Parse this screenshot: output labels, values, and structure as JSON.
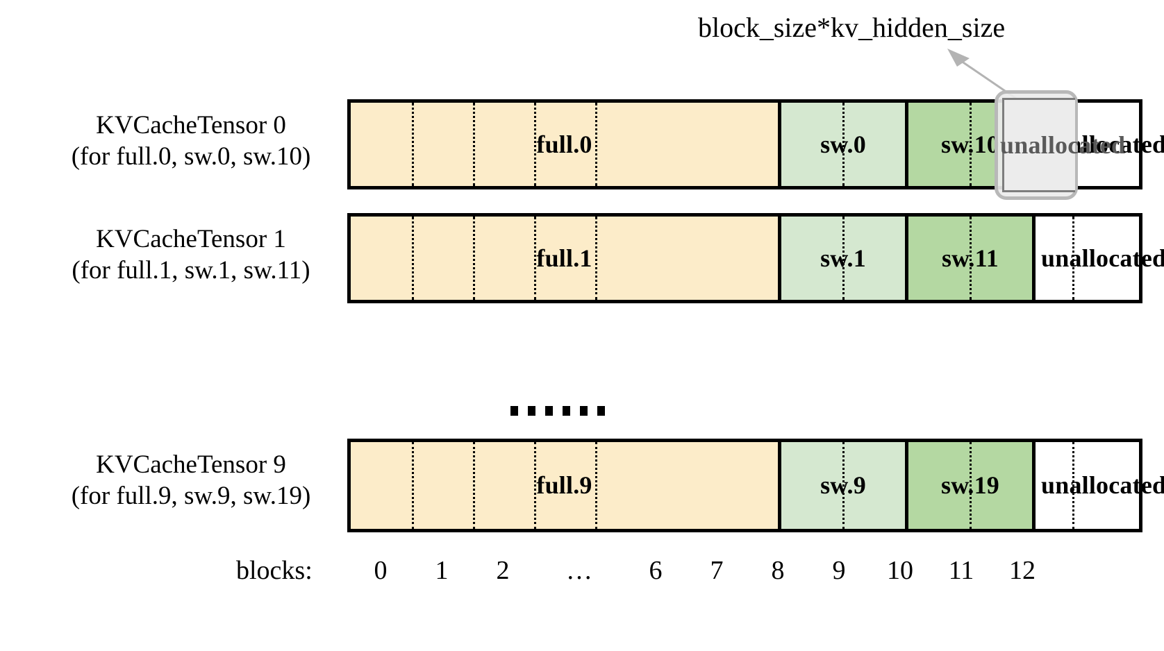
{
  "figure": {
    "annotation": "block_size*kv_hidden_size",
    "ellipsis": "……",
    "axis_caption": "blocks:"
  },
  "rows": [
    {
      "label_line1": "KVCacheTensor 0",
      "label_line2": "(for full.0, sw.0, sw.10)",
      "segments": [
        {
          "text": "full.0",
          "color": "#fcecc9",
          "blocks": 7
        },
        {
          "text": "sw.0",
          "color": "#d5e8d0",
          "blocks": 2
        },
        {
          "text": "sw.10",
          "color": "#b4d8a2",
          "blocks": 2
        },
        {
          "text": "unallocated",
          "color": "#ffffff",
          "blocks": 2
        }
      ],
      "highlighted_block": 11
    },
    {
      "label_line1": "KVCacheTensor 1",
      "label_line2": "(for full.1, sw.1, sw.11)",
      "segments": [
        {
          "text": "full.1",
          "color": "#fcecc9",
          "blocks": 7
        },
        {
          "text": "sw.1",
          "color": "#d5e8d0",
          "blocks": 2
        },
        {
          "text": "sw.11",
          "color": "#b4d8a2",
          "blocks": 2
        },
        {
          "text": "unallocated",
          "color": "#ffffff",
          "blocks": 2
        }
      ],
      "highlighted_block": null
    },
    {
      "label_line1": "KVCacheTensor 9",
      "label_line2": "(for full.9, sw.9, sw.19)",
      "segments": [
        {
          "text": "full.9",
          "color": "#fcecc9",
          "blocks": 7
        },
        {
          "text": "sw.9",
          "color": "#d5e8d0",
          "blocks": 2
        },
        {
          "text": "sw.19",
          "color": "#b4d8a2",
          "blocks": 2
        },
        {
          "text": "unallocated",
          "color": "#ffffff",
          "blocks": 2
        }
      ],
      "highlighted_block": null
    }
  ],
  "block_ticks": [
    "0",
    "1",
    "2",
    "…",
    "6",
    "7",
    "8",
    "9",
    "10",
    "11",
    "12"
  ],
  "block_tick_positions": [
    0,
    1,
    2,
    3.5,
    6,
    7,
    8,
    9,
    10,
    11,
    12
  ],
  "colors": {
    "full_attention": "#fcecc9",
    "sliding_window_a": "#d5e8d0",
    "sliding_window_b": "#b4d8a2",
    "unallocated": "#ffffff",
    "outline": "#000000",
    "highlight_border": "#b8b8b8",
    "highlight_fill": "#ececec",
    "highlight_text": "#5a5a5a",
    "arrow": "#b3b3b3"
  }
}
